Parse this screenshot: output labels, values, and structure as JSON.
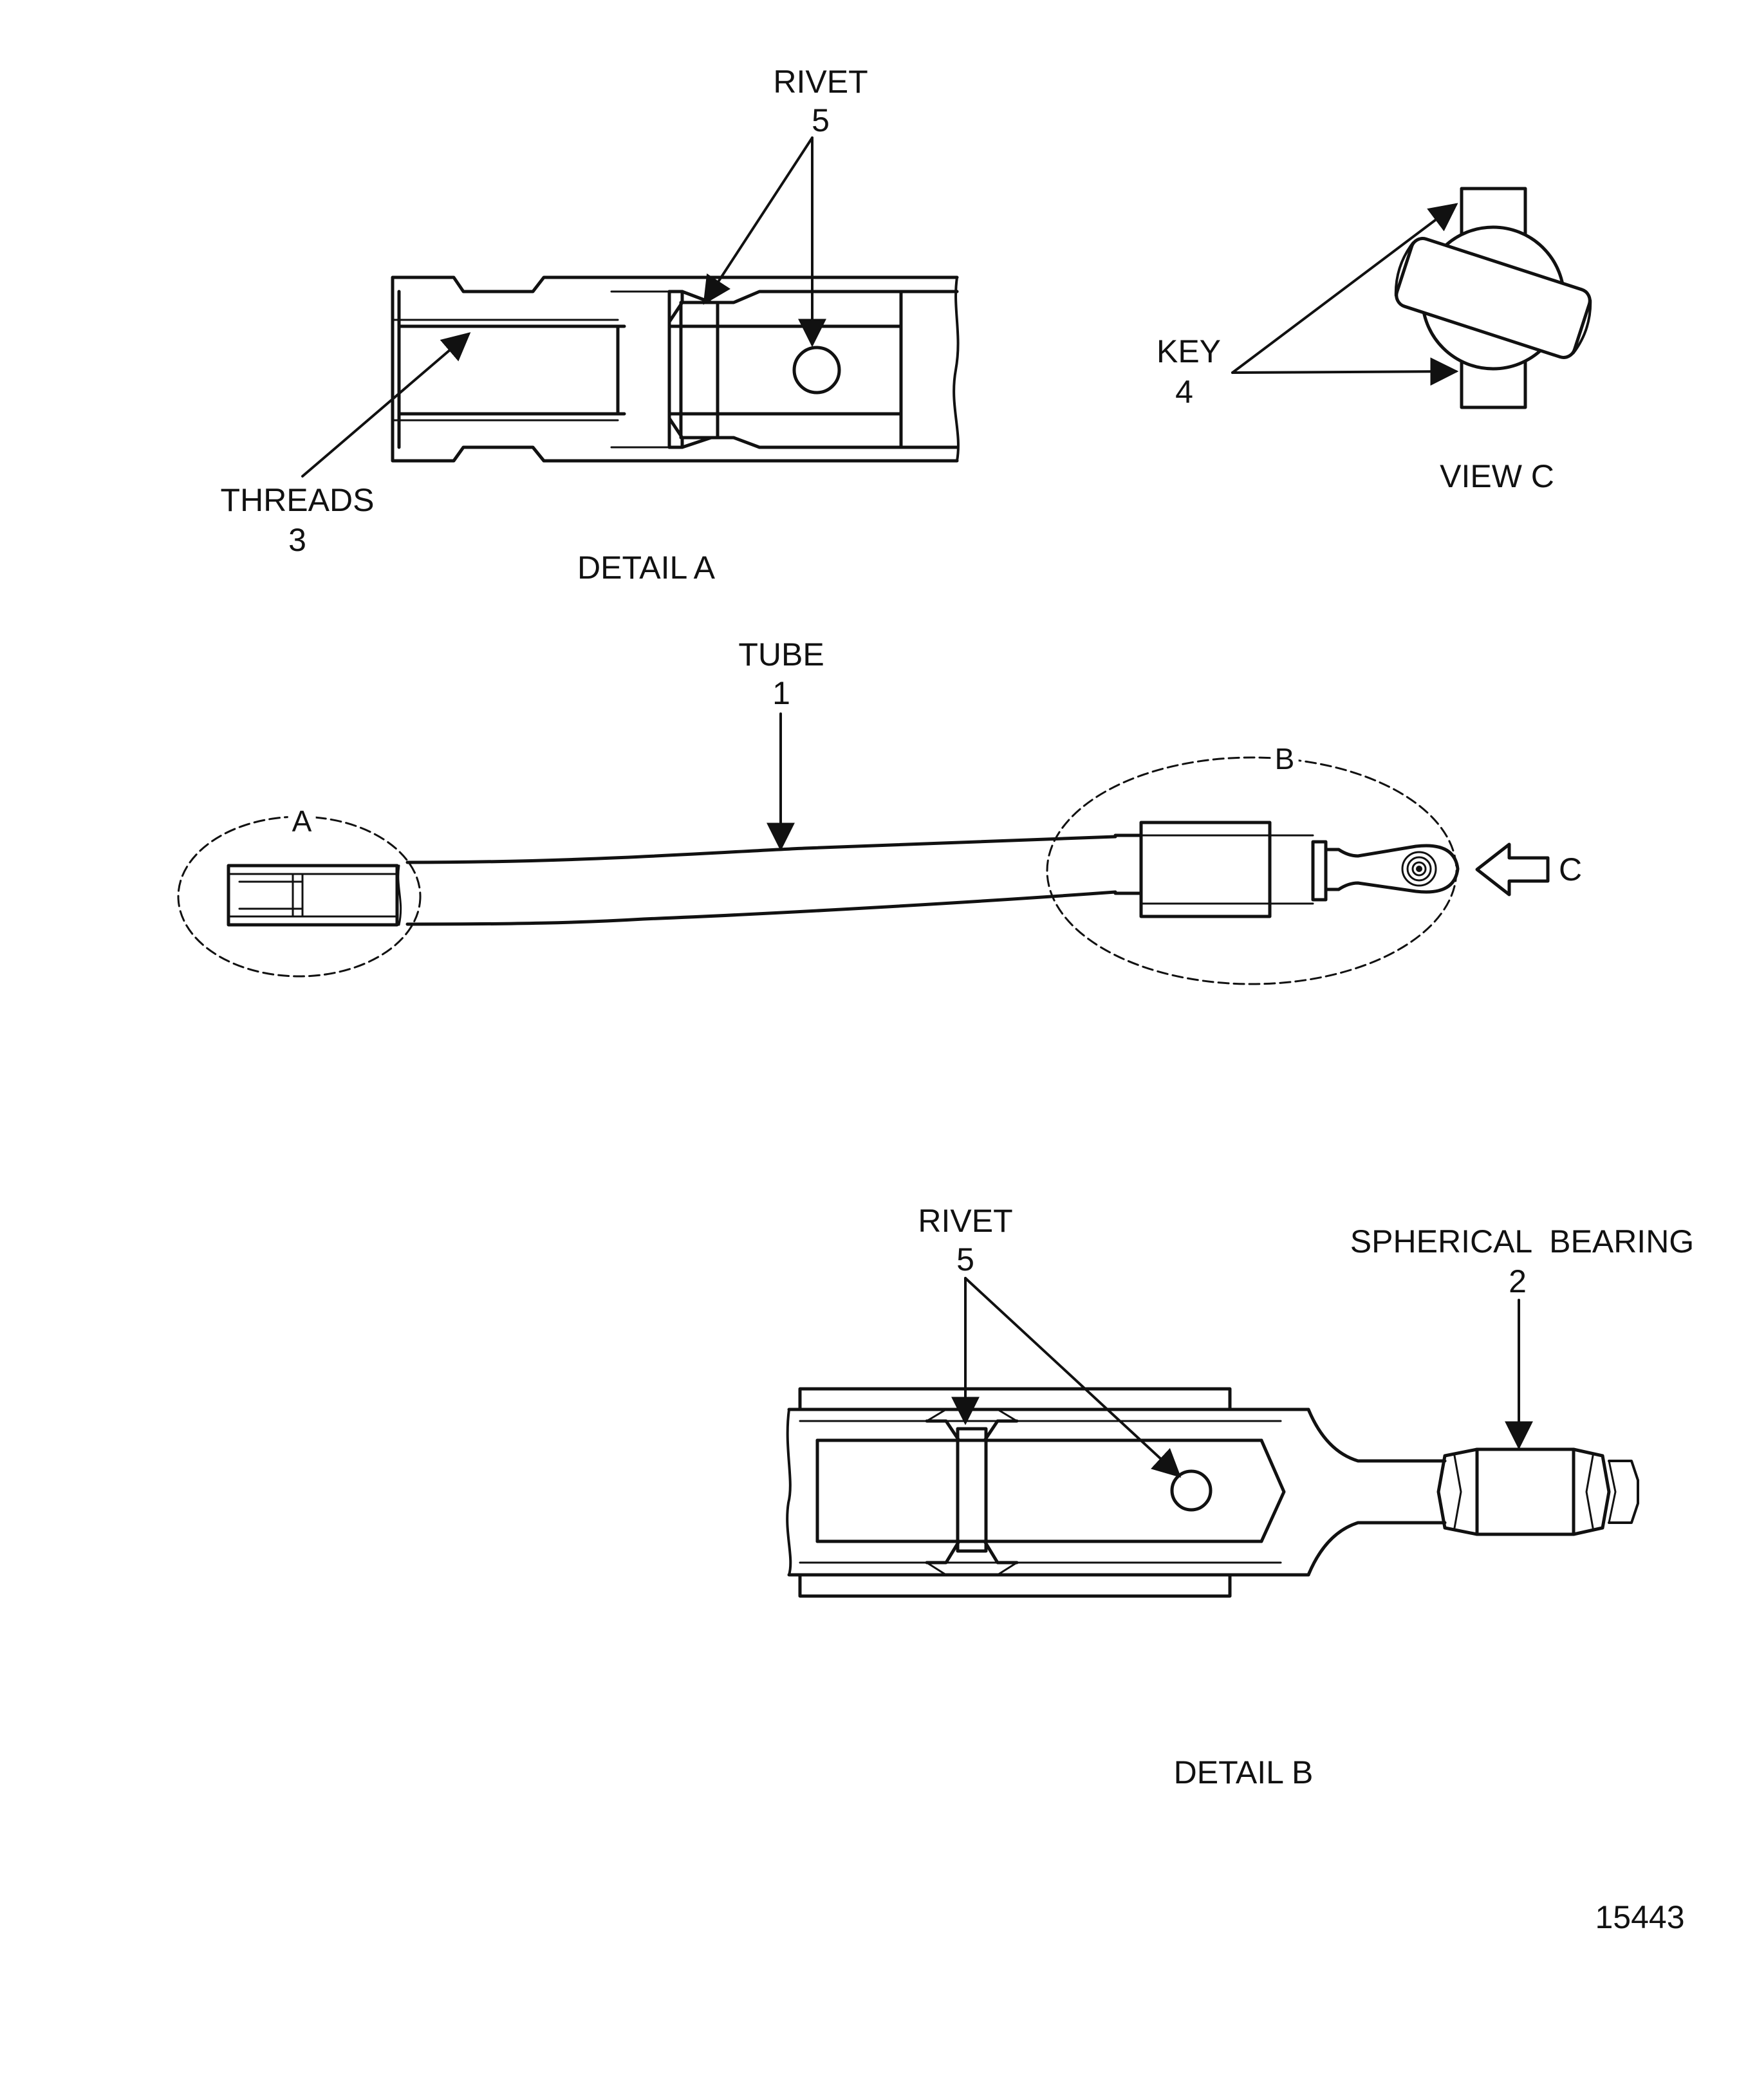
{
  "colors": {
    "line": "#111111",
    "background": "#ffffff"
  },
  "labels": {
    "rivet_a_name": "RIVET",
    "rivet_a_num": "5",
    "threads_name": "THREADS",
    "threads_num": "3",
    "detail_a_title": "DETAIL A",
    "key_name": "KEY",
    "key_num": "4",
    "view_c_title": "VIEW C",
    "tube_name": "TUBE",
    "tube_num": "1",
    "callout_a": "A",
    "callout_b": "B",
    "callout_c": "C",
    "rivet_b_name": "RIVET",
    "rivet_b_num": "5",
    "spherical_bearing_name": "SPHERICAL  BEARING",
    "spherical_bearing_num": "2",
    "detail_b_title": "DETAIL B",
    "figure_number": "15443"
  }
}
